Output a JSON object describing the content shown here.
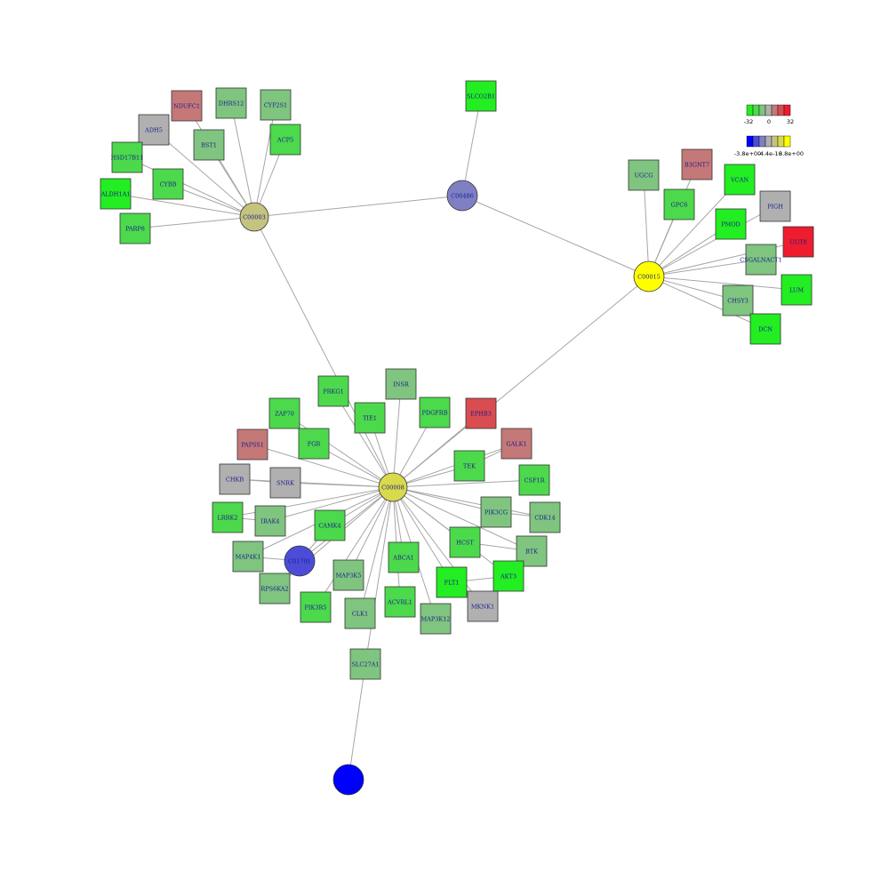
{
  "colors": {
    "gene_up_strong": "#22ee22",
    "gene_up": "#4cd94c",
    "gene_up_weak": "#7fc47f",
    "gene_neutral": "#b0b0b0",
    "gene_down_weak": "#c47878",
    "gene_down": "#d94c50",
    "gene_down_strong": "#ee1c2e",
    "compound_up": "#ffff00",
    "compound_mid_up": "#d9d94c",
    "compound_weak_up": "#c4c47f",
    "compound_neutral": "#7f7fc4",
    "compound_mid_down": "#4c4cd9",
    "compound_down": "#0000ff",
    "edge": "#a6a6a6",
    "gene_label_dark": "#1a1a8c",
    "gene_label_light": "#1a1a8c"
  },
  "legend": {
    "gene": {
      "min": "-32",
      "mid": "0",
      "max": "32"
    },
    "compound": {
      "min": "-3.8e+00",
      "mid": "-4.4e-16",
      "max": "3.8e+00"
    }
  },
  "nodes": [
    {
      "id": "C00003",
      "label": "C00003",
      "shape": "circle",
      "color": "compound_weak_up"
    },
    {
      "id": "C00486",
      "label": "C00486",
      "shape": "circle",
      "color": "compound_neutral"
    },
    {
      "id": "C00015",
      "label": "C00015",
      "shape": "circle",
      "color": "compound_up"
    },
    {
      "id": "C00008",
      "label": "C00008",
      "shape": "circle",
      "color": "compound_mid_up"
    },
    {
      "id": "C01791",
      "label": "C01791",
      "shape": "circle",
      "color": "compound_mid_down"
    },
    {
      "id": "C_BLUE",
      "label": "",
      "shape": "circle",
      "color": "compound_down"
    },
    {
      "id": "NDUFC1",
      "label": "NDUFC1",
      "shape": "square",
      "color": "gene_down_weak"
    },
    {
      "id": "DHRS12",
      "label": "DHRS12",
      "shape": "square",
      "color": "gene_up_weak"
    },
    {
      "id": "CYP2S1",
      "label": "CYP2S1",
      "shape": "square",
      "color": "gene_up_weak"
    },
    {
      "id": "ADH5",
      "label": "ADH5",
      "shape": "square",
      "color": "gene_neutral"
    },
    {
      "id": "BST1",
      "label": "BST1",
      "shape": "square",
      "color": "gene_up_weak"
    },
    {
      "id": "ACP5",
      "label": "ACP5",
      "shape": "square",
      "color": "gene_up"
    },
    {
      "id": "HSD17B11",
      "label": "HSD17B11",
      "shape": "square",
      "color": "gene_up"
    },
    {
      "id": "CYBB",
      "label": "CYBB",
      "shape": "square",
      "color": "gene_up"
    },
    {
      "id": "ALDH1A1",
      "label": "ALDH1A1",
      "shape": "square",
      "color": "gene_up_strong"
    },
    {
      "id": "PARP8",
      "label": "PARP8",
      "shape": "square",
      "color": "gene_up"
    },
    {
      "id": "SLCO2B1",
      "label": "SLCO2B1",
      "shape": "square",
      "color": "gene_up_strong"
    },
    {
      "id": "B3GNT7",
      "label": "B3GNT7",
      "shape": "square",
      "color": "gene_down_weak"
    },
    {
      "id": "UGCG",
      "label": "UGCG",
      "shape": "square",
      "color": "gene_up_weak"
    },
    {
      "id": "VCAN",
      "label": "VCAN",
      "shape": "square",
      "color": "gene_up_strong"
    },
    {
      "id": "GPC6",
      "label": "GPC6",
      "shape": "square",
      "color": "gene_up"
    },
    {
      "id": "PIGH",
      "label": "PIGH",
      "shape": "square",
      "color": "gene_neutral"
    },
    {
      "id": "PMOD",
      "label": "PMOD",
      "shape": "square",
      "color": "gene_up_strong"
    },
    {
      "id": "UGT8",
      "label": "UGT8",
      "shape": "square",
      "color": "gene_down_strong"
    },
    {
      "id": "CSGALNACT1",
      "label": "CSGALNACT1",
      "shape": "square",
      "color": "gene_up_weak"
    },
    {
      "id": "LUM",
      "label": "LUM",
      "shape": "square",
      "color": "gene_up_strong"
    },
    {
      "id": "CHSY3",
      "label": "CHSY3",
      "shape": "square",
      "color": "gene_up_weak"
    },
    {
      "id": "DCN",
      "label": "DCN",
      "shape": "square",
      "color": "gene_up_strong"
    },
    {
      "id": "INSR",
      "label": "INSR",
      "shape": "square",
      "color": "gene_up_weak"
    },
    {
      "id": "PRKG1",
      "label": "PRKG1",
      "shape": "square",
      "color": "gene_up"
    },
    {
      "id": "TIE1",
      "label": "TIE1",
      "shape": "square",
      "color": "gene_up"
    },
    {
      "id": "PDGFRB",
      "label": "PDGFRB",
      "shape": "square",
      "color": "gene_up"
    },
    {
      "id": "EPHB3",
      "label": "EPHB3",
      "shape": "square",
      "color": "gene_down"
    },
    {
      "id": "ZAP70",
      "label": "ZAP70",
      "shape": "square",
      "color": "gene_up"
    },
    {
      "id": "FGR",
      "label": "FGR",
      "shape": "square",
      "color": "gene_up"
    },
    {
      "id": "PAPSS1",
      "label": "PAPSS1",
      "shape": "square",
      "color": "gene_down_weak"
    },
    {
      "id": "GALK1",
      "label": "GALK1",
      "shape": "square",
      "color": "gene_down_weak"
    },
    {
      "id": "TEK",
      "label": "TEK",
      "shape": "square",
      "color": "gene_up"
    },
    {
      "id": "CHKB",
      "label": "CHKB",
      "shape": "square",
      "color": "gene_neutral"
    },
    {
      "id": "SNRK",
      "label": "SNRK",
      "shape": "square",
      "color": "gene_neutral"
    },
    {
      "id": "CSF1R",
      "label": "CSF1R",
      "shape": "square",
      "color": "gene_up"
    },
    {
      "id": "PIK3CG",
      "label": "PIK3CG",
      "shape": "square",
      "color": "gene_up_weak"
    },
    {
      "id": "CDK14",
      "label": "CDK14",
      "shape": "square",
      "color": "gene_up_weak"
    },
    {
      "id": "LRRK2",
      "label": "LRRK2",
      "shape": "square",
      "color": "gene_up"
    },
    {
      "id": "IRAK4",
      "label": "IRAK4",
      "shape": "square",
      "color": "gene_up_weak"
    },
    {
      "id": "CAMK4",
      "label": "CAMK4",
      "shape": "square",
      "color": "gene_up"
    },
    {
      "id": "HCST",
      "label": "HCST",
      "shape": "square",
      "color": "gene_up"
    },
    {
      "id": "BTK",
      "label": "BTK",
      "shape": "square",
      "color": "gene_up_weak"
    },
    {
      "id": "MAP4K1",
      "label": "MAP4K1",
      "shape": "square",
      "color": "gene_up_weak"
    },
    {
      "id": "ABCA1",
      "label": "ABCA1",
      "shape": "square",
      "color": "gene_up"
    },
    {
      "id": "MAP3K5",
      "label": "MAP3K5",
      "shape": "square",
      "color": "gene_up_weak"
    },
    {
      "id": "AKT3",
      "label": "AKT3",
      "shape": "square",
      "color": "gene_up_strong"
    },
    {
      "id": "FLT1",
      "label": "FLT1",
      "shape": "square",
      "color": "gene_up_strong"
    },
    {
      "id": "RPS6KA2",
      "label": "RPS6KA2",
      "shape": "square",
      "color": "gene_up_weak"
    },
    {
      "id": "MKNK1",
      "label": "MKNK1",
      "shape": "square",
      "color": "gene_neutral"
    },
    {
      "id": "PIK3R5",
      "label": "PIK3R5",
      "shape": "square",
      "color": "gene_up"
    },
    {
      "id": "CLK1",
      "label": "CLK1",
      "shape": "square",
      "color": "gene_up_weak"
    },
    {
      "id": "ACVRL1",
      "label": "ACVRL1",
      "shape": "square",
      "color": "gene_up"
    },
    {
      "id": "MAP3K12",
      "label": "MAP3K12",
      "shape": "square",
      "color": "gene_up_weak"
    },
    {
      "id": "SLC27A1",
      "label": "SLC27A1",
      "shape": "square",
      "color": "gene_up_weak"
    }
  ],
  "edges": [
    [
      "C00003",
      "C00486"
    ],
    [
      "C00486",
      "C00015"
    ],
    [
      "C00486",
      "SLCO2B1"
    ],
    [
      "C00003",
      "C00008"
    ],
    [
      "C00015",
      "C00008"
    ],
    [
      "C00003",
      "NDUFC1"
    ],
    [
      "C00003",
      "DHRS12"
    ],
    [
      "C00003",
      "CYP2S1"
    ],
    [
      "C00003",
      "ADH5"
    ],
    [
      "C00003",
      "BST1"
    ],
    [
      "C00003",
      "ACP5"
    ],
    [
      "C00003",
      "HSD17B11"
    ],
    [
      "C00003",
      "CYBB"
    ],
    [
      "C00003",
      "ALDH1A1"
    ],
    [
      "C00003",
      "PARP8"
    ],
    [
      "C00015",
      "B3GNT7"
    ],
    [
      "C00015",
      "UGCG"
    ],
    [
      "C00015",
      "VCAN"
    ],
    [
      "C00015",
      "GPC6"
    ],
    [
      "C00015",
      "PIGH"
    ],
    [
      "C00015",
      "PMOD"
    ],
    [
      "C00015",
      "UGT8"
    ],
    [
      "C00015",
      "CSGALNACT1"
    ],
    [
      "C00015",
      "LUM"
    ],
    [
      "C00015",
      "CHSY3"
    ],
    [
      "C00015",
      "DCN"
    ],
    [
      "C00008",
      "INSR"
    ],
    [
      "C00008",
      "PRKG1"
    ],
    [
      "C00008",
      "TIE1"
    ],
    [
      "C00008",
      "PDGFRB"
    ],
    [
      "C00008",
      "EPHB3"
    ],
    [
      "C00008",
      "ZAP70"
    ],
    [
      "C00008",
      "FGR"
    ],
    [
      "C00008",
      "PAPSS1"
    ],
    [
      "C00008",
      "GALK1"
    ],
    [
      "C00008",
      "TEK"
    ],
    [
      "C00008",
      "CHKB"
    ],
    [
      "C00008",
      "SNRK"
    ],
    [
      "C00008",
      "CSF1R"
    ],
    [
      "C00008",
      "PIK3CG"
    ],
    [
      "C00008",
      "CDK14"
    ],
    [
      "C00008",
      "LRRK2"
    ],
    [
      "C00008",
      "IRAK4"
    ],
    [
      "C00008",
      "CAMK4"
    ],
    [
      "C00008",
      "HCST"
    ],
    [
      "C00008",
      "BTK"
    ],
    [
      "C00008",
      "MAP4K1"
    ],
    [
      "C00008",
      "ABCA1"
    ],
    [
      "C00008",
      "MAP3K5"
    ],
    [
      "C00008",
      "AKT3"
    ],
    [
      "C00008",
      "FLT1"
    ],
    [
      "C00008",
      "RPS6KA2"
    ],
    [
      "C00008",
      "MKNK1"
    ],
    [
      "C00008",
      "PIK3R5"
    ],
    [
      "C00008",
      "CLK1"
    ],
    [
      "C00008",
      "ACVRL1"
    ],
    [
      "C00008",
      "MAP3K12"
    ],
    [
      "C00008",
      "SLC27A1"
    ],
    [
      "C00008",
      "C01791"
    ],
    [
      "SLC27A1",
      "C_BLUE"
    ],
    [
      "ZAP70",
      "FGR"
    ],
    [
      "CHKB",
      "SNRK"
    ],
    [
      "LRRK2",
      "IRAK4"
    ],
    [
      "MAP4K1",
      "C01791"
    ],
    [
      "C01791",
      "CAMK4"
    ],
    [
      "RPS6KA2",
      "C01791"
    ],
    [
      "GALK1",
      "TEK"
    ],
    [
      "PIK3CG",
      "CDK14"
    ],
    [
      "HCST",
      "BTK"
    ],
    [
      "AKT3",
      "FLT1"
    ]
  ]
}
